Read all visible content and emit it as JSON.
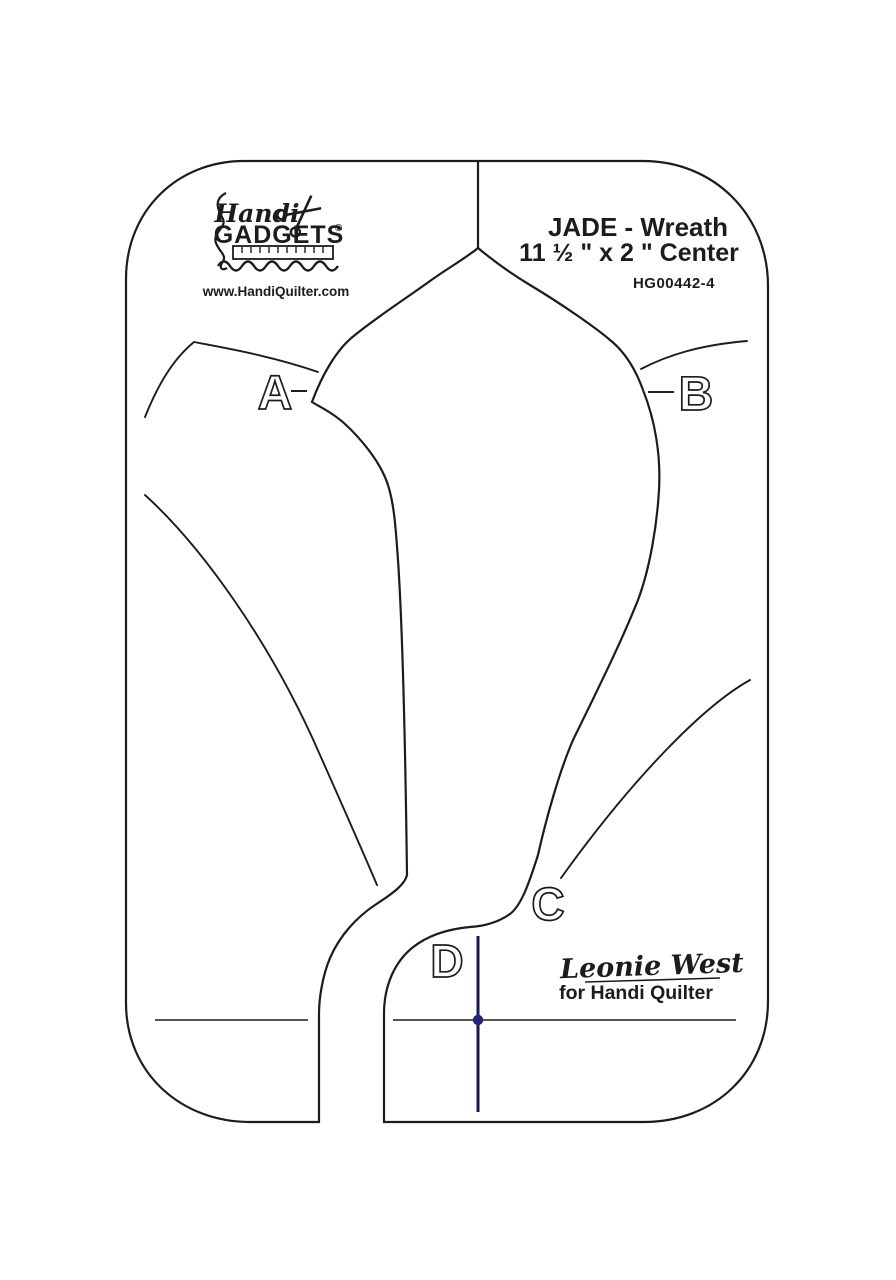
{
  "template": {
    "logo": {
      "brand_top": "Handi",
      "brand_bottom": "GADGETS",
      "reg_mark": "®",
      "url": "www.HandiQuilter.com"
    },
    "header": {
      "title_line1": "JADE - Wreath",
      "title_line2": "11 ½ \" x 2 \" Center",
      "part_number": "HG00442-4"
    },
    "markers": {
      "a": "A",
      "b": "B",
      "c": "C",
      "d": "D"
    },
    "signature": {
      "name": "Leonie West",
      "credit": "for Handi Quilter"
    }
  },
  "colors": {
    "line": "#1c1c1c",
    "registration_dot": "#232278",
    "center_line": "#18184a",
    "background": "#ffffff"
  }
}
